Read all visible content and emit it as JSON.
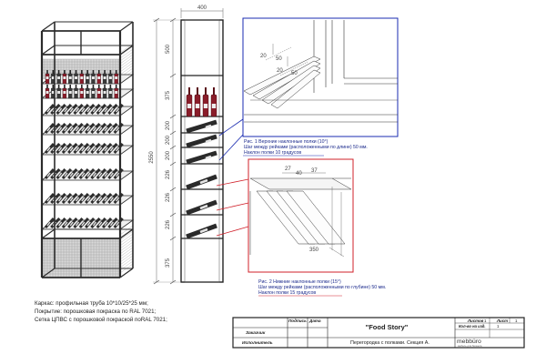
{
  "dimensions": {
    "width_top": "400",
    "heights": [
      "500",
      "375",
      "200",
      "200",
      "200",
      "226",
      "226",
      "226",
      "375"
    ],
    "total_height": "2550"
  },
  "detail_top": {
    "labels": [
      "20",
      "50",
      "20",
      "50"
    ],
    "caption": [
      "Рис. 1 Верхние наклонные полки (10°)",
      "Шаг между рейками (расположенными по длине) 50 мм.",
      "Наклон полки 10 градусов"
    ],
    "border_color": "#1a2bb0"
  },
  "detail_bottom": {
    "labels": [
      "27",
      "40",
      "37",
      "350"
    ],
    "caption": [
      "Рис. 2 Нижние наклонные полки (15°)",
      "Шаг между рейками (расположенными по глубине) 50 мм.",
      "Наклон полки 15 градусов"
    ],
    "border_color": "#d0202a"
  },
  "notes": [
    "Каркас: профильная труба 10*10/25*25 мм;",
    "Покрытие: порошковая покраска по RAL 7021;",
    "Сетка ЦПВС с порошковой покраской поRAL 7021;"
  ],
  "title_block": {
    "col_signature": "Подпись",
    "col_date": "Дата",
    "row_customer": "Заказчик",
    "row_performer": "Исполнитель",
    "project": "\"Food Story\"",
    "sheet_label": "Листов",
    "sheet_value": "1",
    "sheet_num_label": "Лист",
    "sheet_num_value": "1",
    "count_label": "Кол-во на изд.",
    "count_value": "1",
    "description": "Перегородка с полками. Секция А.",
    "brand": "mebbüro",
    "brand_sub": "мебель для бизнеса"
  },
  "colors": {
    "frame": "#2b2b2b",
    "wine_red": "#8a1d2a",
    "detail_blue": "#1a2bb0",
    "detail_red": "#d0202a"
  }
}
